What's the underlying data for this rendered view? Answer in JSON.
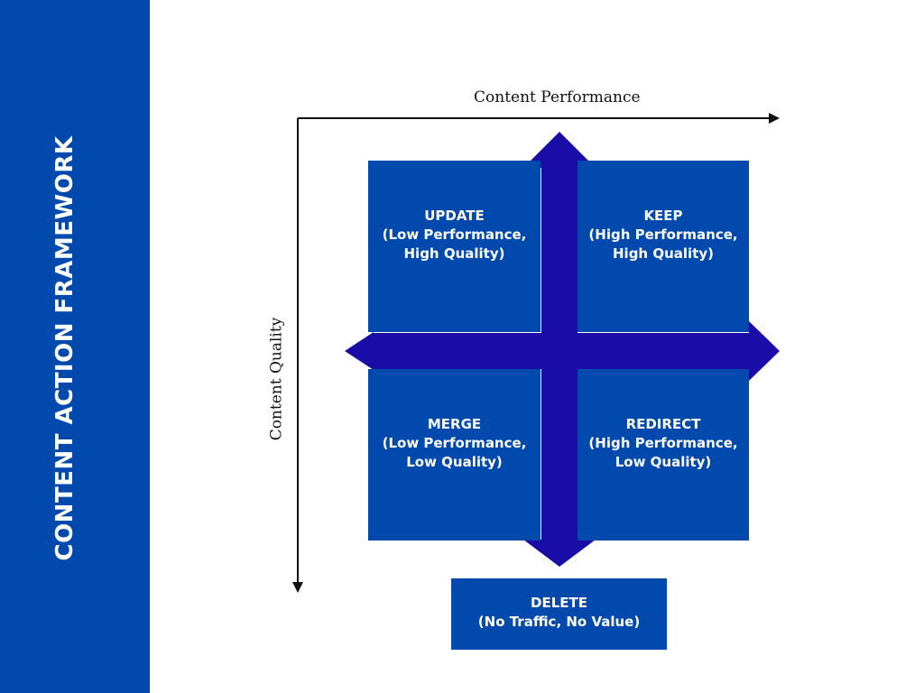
{
  "sidebar": {
    "title": "CONTENT ACTION FRAMEWORK"
  },
  "axes": {
    "x_label": "Content Performance",
    "y_label": "Content Quality"
  },
  "quadrants": {
    "update": {
      "title": "UPDATE",
      "line1": "(Low Performance,",
      "line2": "High Quality)"
    },
    "keep": {
      "title": "KEEP",
      "line1": "(High Performance,",
      "line2": "High Quality)"
    },
    "merge": {
      "title": "MERGE",
      "line1": "(Low Performance,",
      "line2": "Low Quality)"
    },
    "redirect": {
      "title": "REDIRECT",
      "line1": "(High Performance,",
      "line2": "Low Quality)"
    },
    "delete": {
      "title": "DELETE",
      "line1": "(No Traffic, No Value)"
    }
  },
  "colors": {
    "sidebar": "#0249ad",
    "quadrant": "#0249ad",
    "cross": "#1a0da7",
    "axis": "#111111",
    "text_on_blue": "#ffffff"
  }
}
